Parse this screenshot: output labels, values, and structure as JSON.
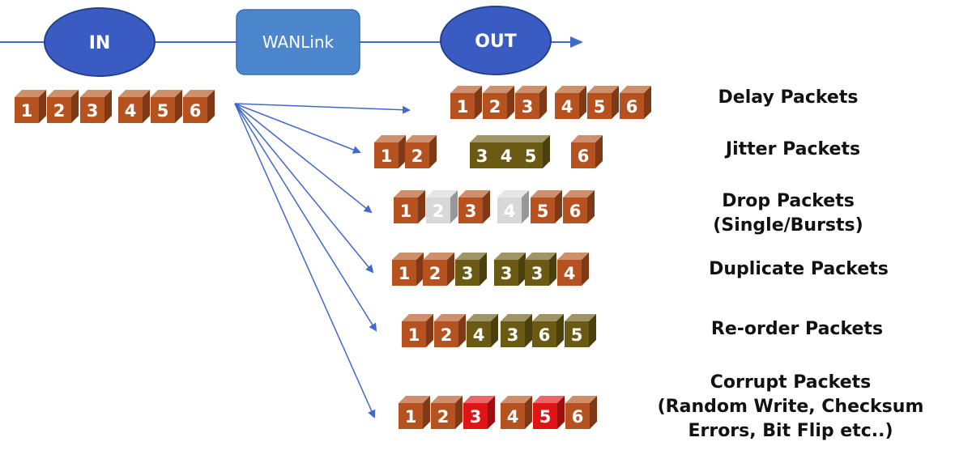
{
  "nodes": {
    "in_label": "IN",
    "wanlink_label": "WANLink",
    "out_label": "OUT"
  },
  "colors": {
    "node_fill": "#3a5cc2",
    "node_stroke": "#25408f",
    "wanlink_fill": "#4c86cc",
    "line": "#4169c8",
    "packet_normal": "#b5521f",
    "packet_jitter": "#6b5a13",
    "packet_dropped": "#d8d8d8",
    "packet_corrupt": "#e01414"
  },
  "input_packets": [
    "1",
    "2",
    "3",
    "4",
    "5",
    "6"
  ],
  "rows": [
    {
      "label_lines": [
        "Delay Packets"
      ],
      "packets": [
        {
          "n": "1",
          "s": "normal"
        },
        {
          "n": "2",
          "s": "normal"
        },
        {
          "n": "3",
          "s": "normal"
        },
        {
          "n": "4",
          "s": "normal"
        },
        {
          "n": "5",
          "s": "normal"
        },
        {
          "n": "6",
          "s": "normal"
        }
      ]
    },
    {
      "label_lines": [
        "Jitter Packets"
      ],
      "packets": [
        {
          "n": "1",
          "s": "normal"
        },
        {
          "n": "2",
          "s": "normal"
        },
        {
          "n": "3",
          "s": "jitter"
        },
        {
          "n": "4",
          "s": "jitter"
        },
        {
          "n": "5",
          "s": "jitter"
        },
        {
          "n": "6",
          "s": "normal"
        }
      ]
    },
    {
      "label_lines": [
        "Drop Packets",
        "(Single/Bursts)"
      ],
      "packets": [
        {
          "n": "1",
          "s": "normal"
        },
        {
          "n": "2",
          "s": "dropped"
        },
        {
          "n": "3",
          "s": "normal"
        },
        {
          "n": "4",
          "s": "dropped"
        },
        {
          "n": "5",
          "s": "normal"
        },
        {
          "n": "6",
          "s": "normal"
        }
      ]
    },
    {
      "label_lines": [
        "Duplicate Packets"
      ],
      "packets": [
        {
          "n": "1",
          "s": "normal"
        },
        {
          "n": "2",
          "s": "normal"
        },
        {
          "n": "3",
          "s": "jitter"
        },
        {
          "n": "3",
          "s": "jitter"
        },
        {
          "n": "3",
          "s": "jitter"
        },
        {
          "n": "4",
          "s": "normal"
        }
      ]
    },
    {
      "label_lines": [
        "Re-order Packets"
      ],
      "packets": [
        {
          "n": "1",
          "s": "normal"
        },
        {
          "n": "2",
          "s": "normal"
        },
        {
          "n": "4",
          "s": "jitter"
        },
        {
          "n": "3",
          "s": "jitter"
        },
        {
          "n": "6",
          "s": "jitter"
        },
        {
          "n": "5",
          "s": "jitter"
        }
      ]
    },
    {
      "label_lines": [
        "Corrupt Packets",
        "(Random Write, Checksum",
        "Errors, Bit Flip etc..)"
      ],
      "packets": [
        {
          "n": "1",
          "s": "normal"
        },
        {
          "n": "2",
          "s": "normal"
        },
        {
          "n": "3",
          "s": "corrupt"
        },
        {
          "n": "4",
          "s": "normal"
        },
        {
          "n": "5",
          "s": "corrupt"
        },
        {
          "n": "6",
          "s": "normal"
        }
      ]
    }
  ]
}
